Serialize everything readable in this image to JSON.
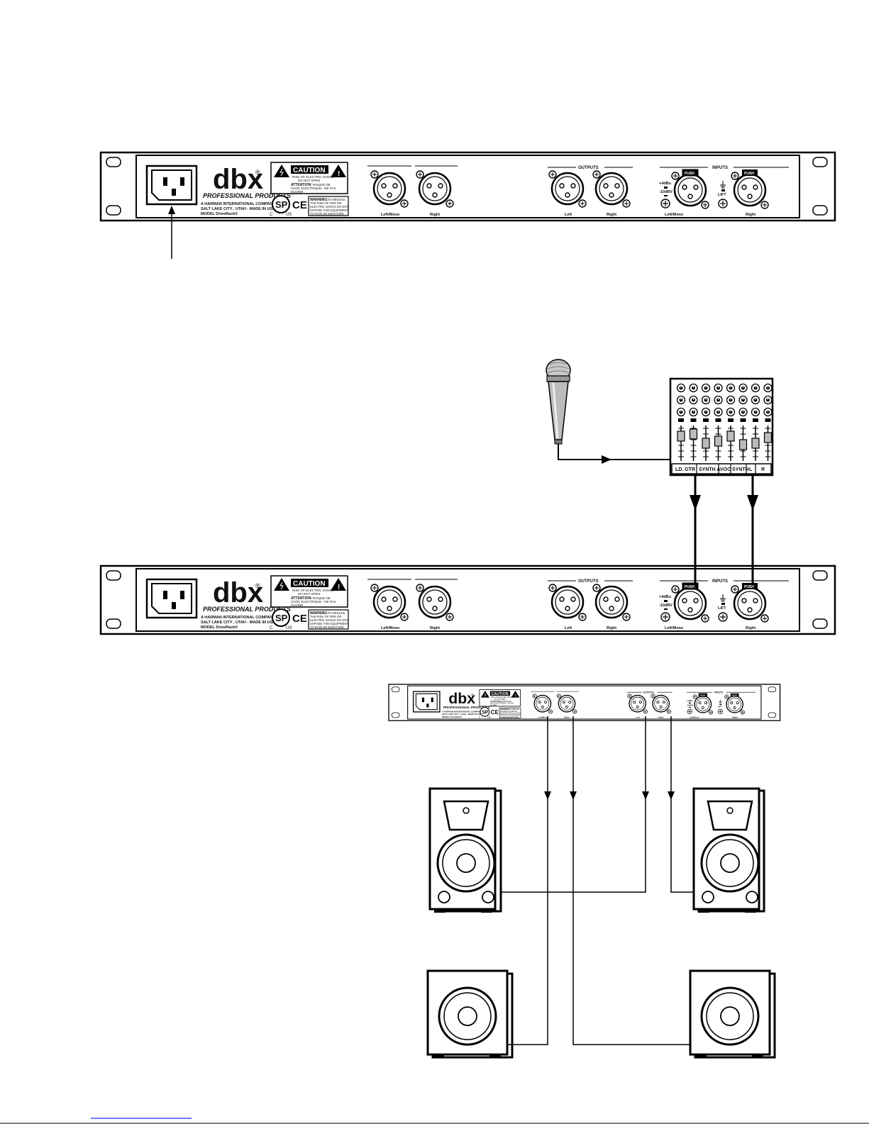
{
  "rack": {
    "brand": "dbx",
    "registered": "®",
    "subtitle": "PROFESSIONAL PRODUCTS",
    "company_line1": "A HARMAN INTERNATIONAL COMPANY",
    "company_line2": "SALT LAKE CITY , UTAH - MADE IN USA",
    "company_line3": "MODEL DriveRack®",
    "caution_title": "CAUTION",
    "caution_line1": "RISK OF ELECTRIC SHOCK",
    "caution_line2": "DO NOT OPEN",
    "attention_label": "ATTENTION:",
    "attention_line1": "RISQUE DE",
    "attention_line2": "CHOC ELECTRIQUE - NE PAS",
    "attention_line3": "OUVRIR",
    "warning_label": "WARNING:",
    "warning_line1": "TO REDUCE",
    "warning_line2": "THE RISK OF FIRE OR",
    "warning_line3": "ELECTRIC SHOCK DO NOT",
    "warning_line4": "EXPOSE THIS EQUIPMENT",
    "warning_line5": "TO RAIN OR MOISTURE",
    "cert_c": "C",
    "cert_us": "US",
    "ce_mark": "CE",
    "outputs_header": "OUTPUTS",
    "inputs_header": "INPUTS",
    "jack_left_mono": "Left/Mono",
    "jack_right": "Right",
    "jack_left": "Left",
    "level_plus4": "+4dBu",
    "level_minus10": "-10dBV",
    "lift_label": "LIFT",
    "push_label": "PUSH"
  },
  "mixer": {
    "channel_labels": [
      "LD. GTR",
      "SYNTH A",
      "VOC",
      "SYNTH",
      "L",
      "R"
    ]
  }
}
